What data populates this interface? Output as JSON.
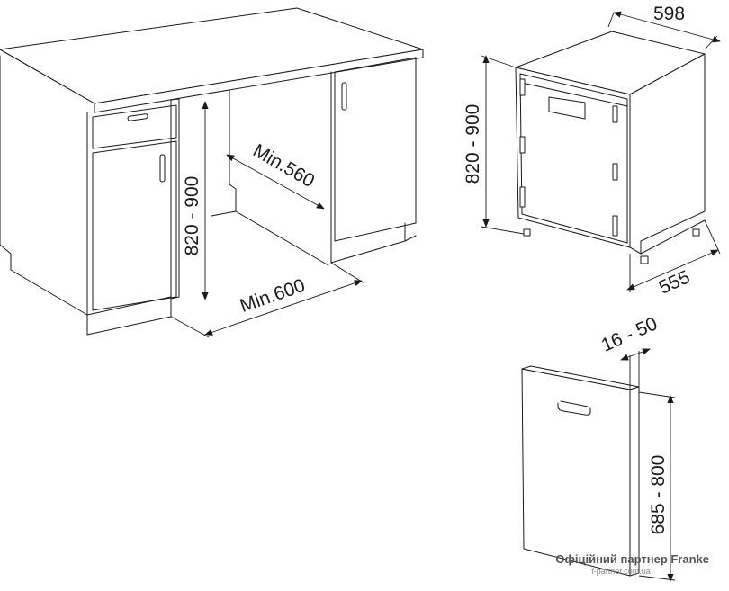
{
  "dimensions": {
    "cabinet_height": "820 - 900",
    "niche_depth": "Min.560",
    "niche_width": "Min.600",
    "appliance_width": "598",
    "appliance_height": "820 - 900",
    "appliance_depth": "555",
    "door_thickness": "16 - 50",
    "door_height": "685 - 800"
  },
  "watermark": {
    "partner": "Офіційний партнер Franke",
    "site": "f-partner.com.ua"
  }
}
